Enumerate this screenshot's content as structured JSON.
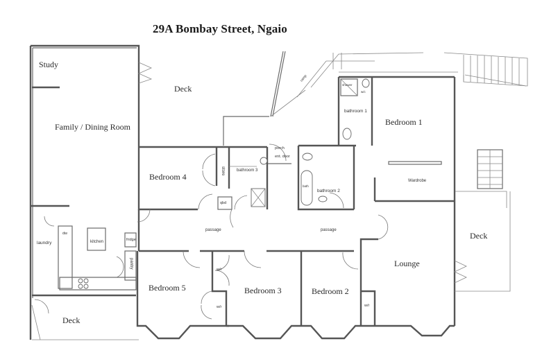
{
  "title": "29A Bombay Street, Ngaio",
  "rooms": {
    "study": "Study",
    "family_dining": "Family / Dining Room",
    "deck_top": "Deck",
    "bedroom4": "Bedroom 4",
    "bedroom1": "Bedroom 1",
    "bathroom1": "bathroom 1",
    "bathroom2": "bathroom 2",
    "bathroom3": "bathroom 3",
    "store": "store",
    "porch": "porch",
    "entry": "ent. door",
    "qbd": "qbd",
    "wardrobe": "Wardrobe",
    "laundry": "laundry",
    "kitchen": "kitchen",
    "fridge": "fridge",
    "pantry": "pantry",
    "dw": "dw",
    "passage_left": "passage",
    "passage_right": "passage",
    "deck_right": "Deck",
    "lounge": "Lounge",
    "bedroom5": "Bedroom 5",
    "bedroom3": "Bedroom 3",
    "bedroom2": "Bedroom 2",
    "wr_1": "w/r",
    "wr_2": "w/r",
    "wr_3": "w/r",
    "deck_bottom": "Deck",
    "shower": "shower",
    "bath": "bath",
    "wc": "w/c",
    "ramp": "ramp"
  }
}
